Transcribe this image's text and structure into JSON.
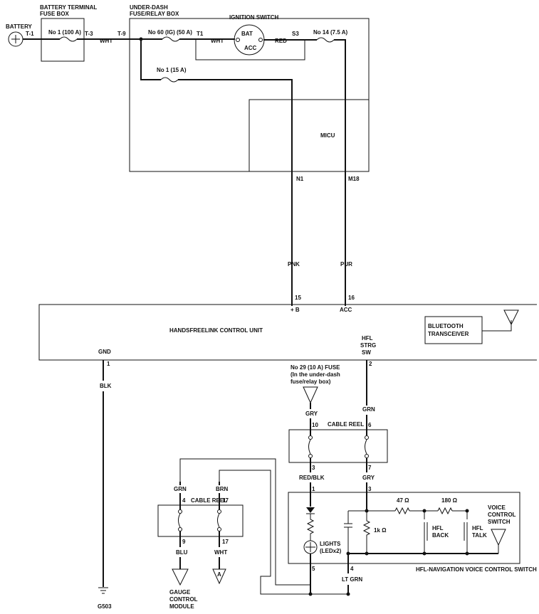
{
  "battery": {
    "label": "BATTERY",
    "terminal": "T-1"
  },
  "battery_fuse_box": {
    "title1": "BATTERY TERMINAL",
    "title2": "FUSE BOX",
    "fuse": "No  1 (100 A)",
    "out_terminal": "T-3",
    "wire": "WHT"
  },
  "underdash_box": {
    "title1": "UNDER-DASH",
    "title2": "FUSE/RELAY BOX",
    "in_terminal": "T-9",
    "fuse_ig": "No  60 (IG) (50 A)",
    "t1": "T1",
    "wire_t1": "WHT",
    "fuse_15": "No  1 (15 A)",
    "s3": "S3",
    "wire_s3": "RED",
    "fuse_14": "No  14 (7.5 A)"
  },
  "ignition_switch": {
    "title": "IGNITION SWITCH",
    "bat": "BAT",
    "acc": "ACC"
  },
  "micu": {
    "label": "MICU",
    "pin_n1": "N1",
    "pin_m18": "M18"
  },
  "wires_top": {
    "pnk": "PNK",
    "pur": "PUR",
    "pin15": "15",
    "pin16": "16"
  },
  "control_unit": {
    "title": "HANDSFREELINK CONTROL UNIT",
    "plus_b": "+ B",
    "acc": "ACC",
    "gnd": "GND",
    "hfl1": "HFL",
    "hfl2": "STRG",
    "hfl3": "SW",
    "pin1": "1",
    "pin2": "2",
    "bluetooth1": "BLUETOOTH",
    "bluetooth2": "TRANSCEIVER"
  },
  "ground": {
    "wire": "BLK",
    "label": "G503"
  },
  "fuse29": {
    "line1": "No  29 (10 A) FUSE",
    "line2": "(In the under-dash",
    "line3": "fuse/relay box)"
  },
  "cable_reel_right": {
    "label": "CABLE REEL",
    "wire_gry_top": "GRY",
    "wire_grn_top": "GRN",
    "pin10": "10",
    "pin6": "6",
    "pin3": "3",
    "pin7": "7",
    "wire_redblk": "RED/BLK",
    "wire_gry_bot": "GRY"
  },
  "cable_reel_left": {
    "label": "CABLE REEL",
    "wire_grn": "GRN",
    "wire_brn": "BRN",
    "pin4": "4",
    "pin17a": "17",
    "pin9": "9",
    "pin17b": "17",
    "wire_blu": "BLU",
    "wire_wht": "WHT",
    "conn_a": "A"
  },
  "gauge": {
    "line1": "GAUGE",
    "line2": "CONTROL",
    "line3": "MODULE"
  },
  "voice_switch": {
    "pin1": "1",
    "pin3": "3",
    "pin5": "5",
    "pin4": "4",
    "r47": "47 Ω",
    "r180": "180 Ω",
    "r1k": "1k Ω",
    "hfl_back1": "HFL",
    "hfl_back2": "BACK",
    "hfl_talk1": "HFL",
    "hfl_talk2": "TALK",
    "lights1": "LIGHTS",
    "lights2": "(LEDx2)",
    "vc1": "VOICE",
    "vc2": "CONTROL",
    "vc3": "SWITCH",
    "box_label": "HFL-NAVIGATION VOICE CONTROL SWITCH",
    "wire_ltgrn": "LT GRN"
  }
}
